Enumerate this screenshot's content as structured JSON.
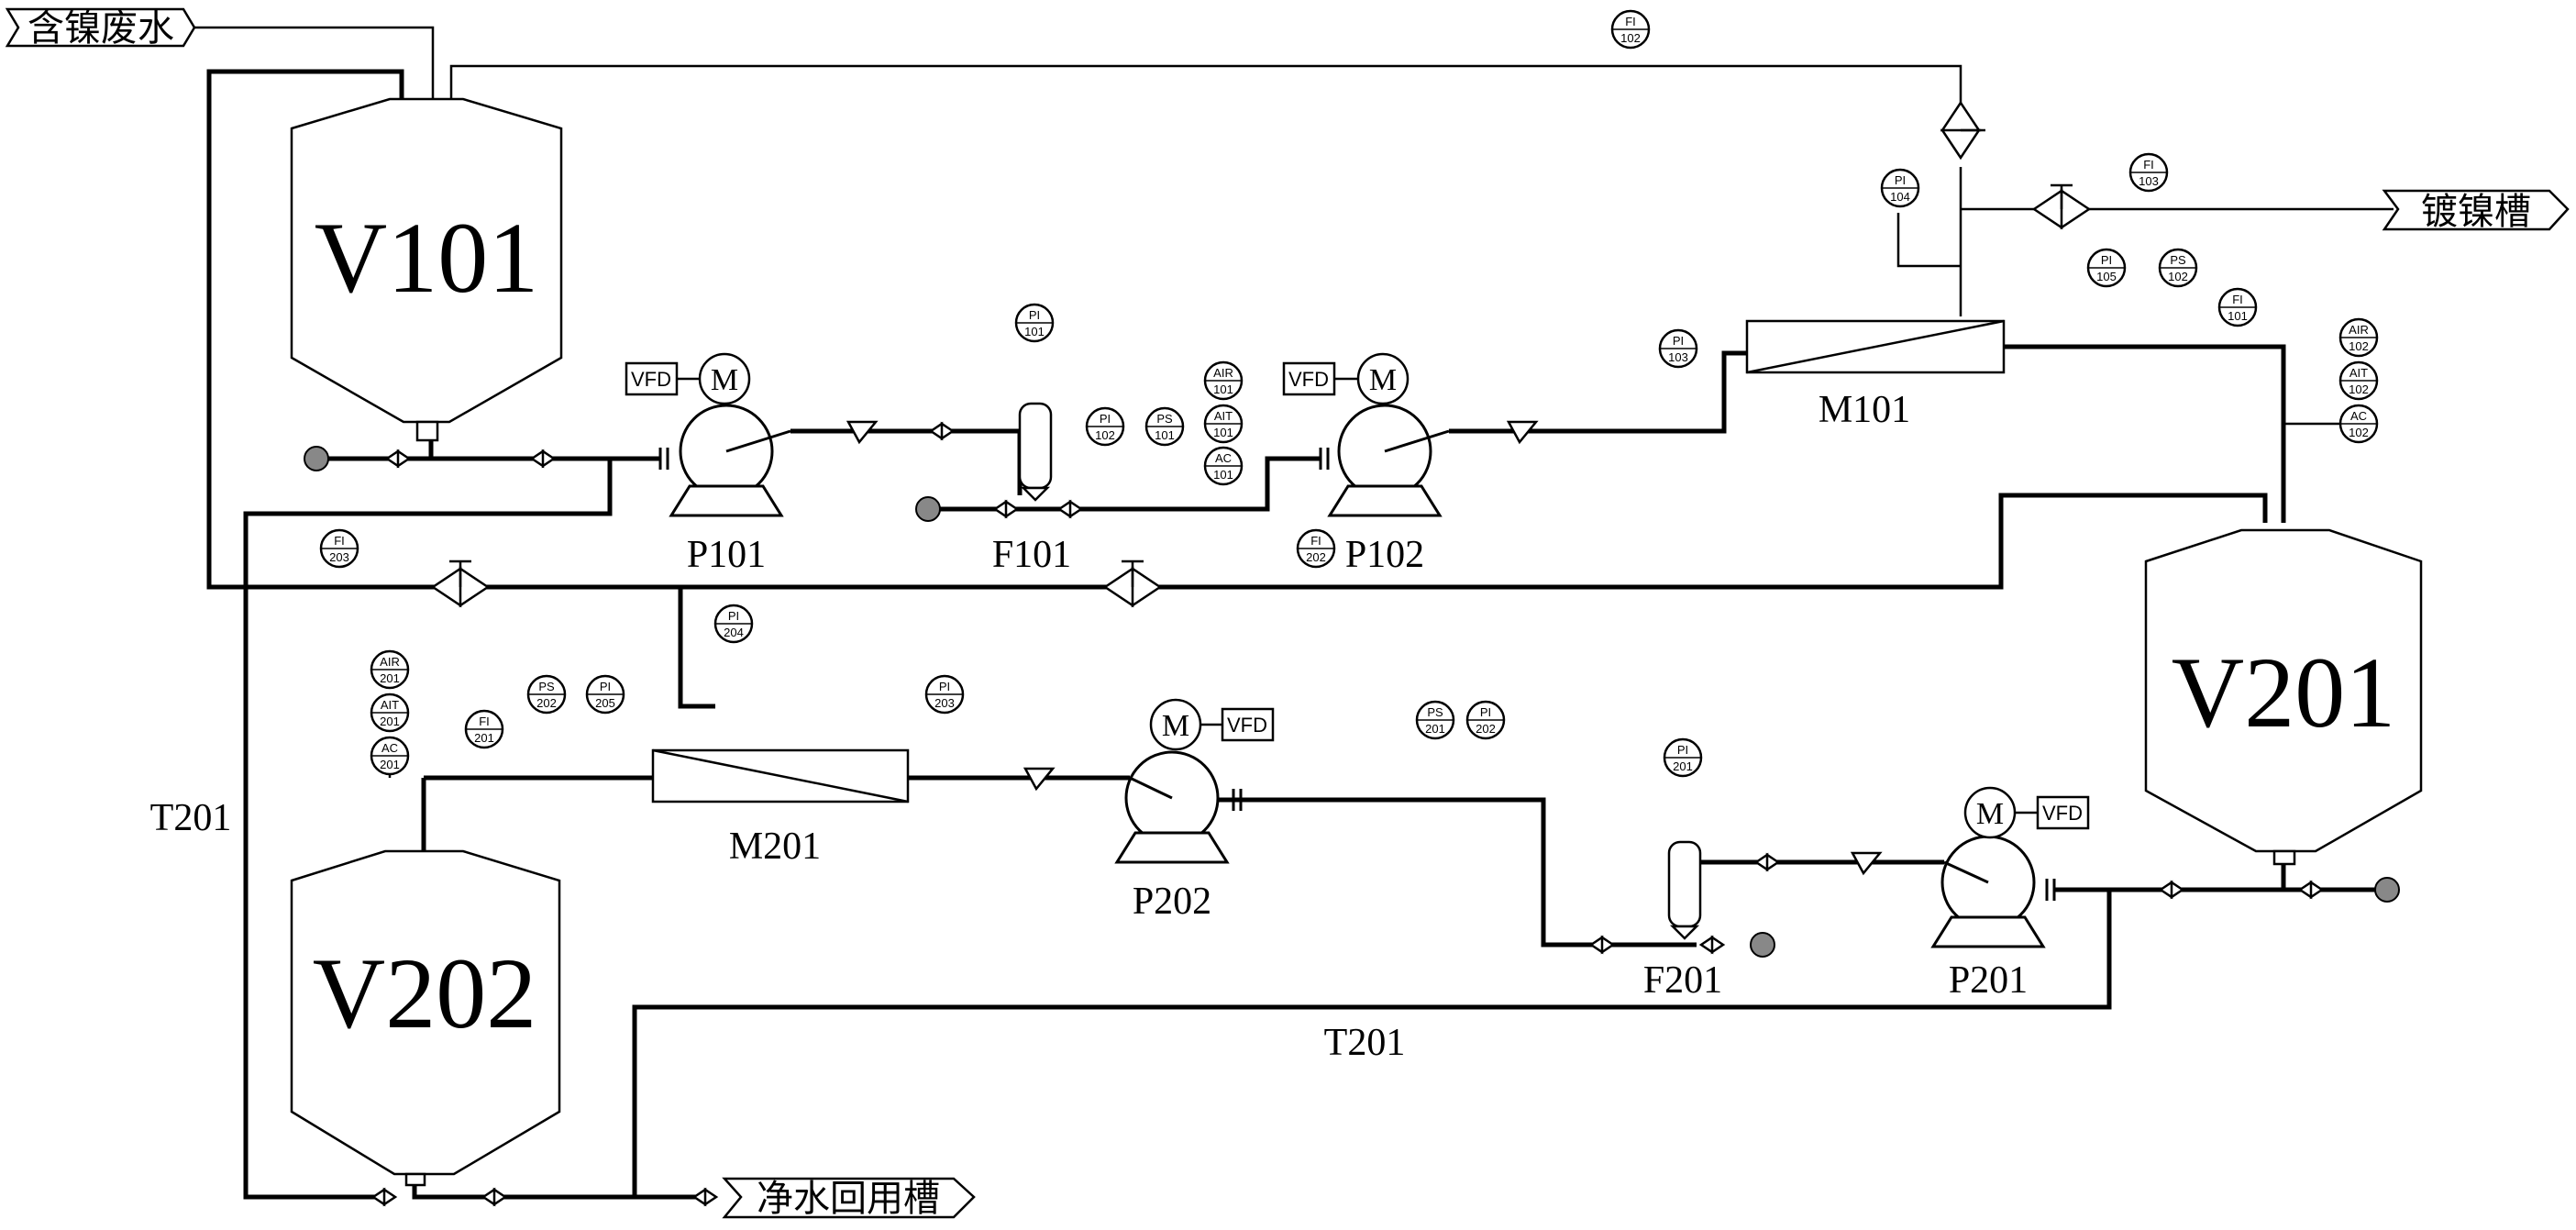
{
  "flags": {
    "inlet": "含镍废水",
    "plating": "镀镍槽",
    "recycle": "净水回用槽"
  },
  "vessels": {
    "v101": "V101",
    "v201": "V201",
    "v202": "V202"
  },
  "equipment": {
    "p101": "P101",
    "p102": "P102",
    "p201": "P201",
    "p202": "P202",
    "f101": "F101",
    "f201": "F201",
    "m101": "M101",
    "m201": "M201",
    "t201a": "T201",
    "t201b": "T201",
    "motor": "M",
    "vfd": "VFD"
  },
  "instruments": {
    "fi102": [
      "FI",
      "102"
    ],
    "pi104": [
      "PI",
      "104"
    ],
    "fi103": [
      "FI",
      "103"
    ],
    "pi101": [
      "PI",
      "101"
    ],
    "pi102": [
      "PI",
      "102"
    ],
    "ps101": [
      "PS",
      "101"
    ],
    "air101": [
      "AIR",
      "101"
    ],
    "ait101": [
      "AIT",
      "101"
    ],
    "ac101": [
      "AC",
      "101"
    ],
    "pi103": [
      "PI",
      "103"
    ],
    "pi105": [
      "PI",
      "105"
    ],
    "ps102": [
      "PS",
      "102"
    ],
    "fi101": [
      "FI",
      "101"
    ],
    "air102": [
      "AIR",
      "102"
    ],
    "ait102": [
      "AIT",
      "102"
    ],
    "ac102": [
      "AC",
      "102"
    ],
    "fi203": [
      "FI",
      "203"
    ],
    "fi202": [
      "FI",
      "202"
    ],
    "pi204": [
      "PI",
      "204"
    ],
    "air201": [
      "AIR",
      "201"
    ],
    "ait201": [
      "AIT",
      "201"
    ],
    "ac201": [
      "AC",
      "201"
    ],
    "fi201": [
      "FI",
      "201"
    ],
    "ps202": [
      "PS",
      "202"
    ],
    "pi205": [
      "PI",
      "205"
    ],
    "pi203": [
      "PI",
      "203"
    ],
    "ps201": [
      "PS",
      "201"
    ],
    "pi202": [
      "PI",
      "202"
    ],
    "pi201": [
      "PI",
      "201"
    ]
  }
}
